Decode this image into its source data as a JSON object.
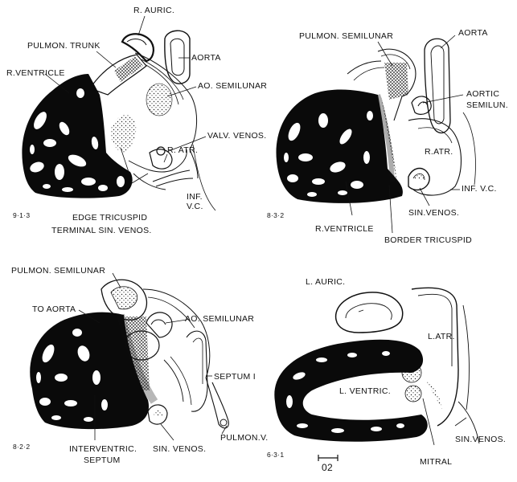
{
  "panel_tl": {
    "r_auric": "R. AURIC.",
    "pulmon_trunk": "PULMON. TRUNK",
    "r_ventricle": "R.VENTRICLE",
    "aorta": "AORTA",
    "ao_semilunar": "AO. SEMILUNAR",
    "valv_venos": "VALV. VENOS.",
    "r_atr": "R. ATR.",
    "inf_vc_1": "INF.",
    "inf_vc_2": "V.C.",
    "edge_tricuspid": "EDGE TRICUSPID",
    "terminal_sin_venos": "TERMINAL SIN. VENOS.",
    "section_id": "9·1·3"
  },
  "panel_tr": {
    "pulmon_semilunar": "PULMON. SEMILUNAR",
    "aorta": "AORTA",
    "aortic_semilun_1": "AORTIC",
    "aortic_semilun_2": "SEMILUN.",
    "r_atr": "R.ATR.",
    "inf_vc": "INF. V.C.",
    "sin_venos": "SIN.VENOS.",
    "r_ventricle": "R.VENTRICLE",
    "border_tricuspid": "BORDER TRICUSPID",
    "section_id": "8·3·2"
  },
  "panel_bl": {
    "pulmon_semilunar": "PULMON. SEMILUNAR",
    "to_aorta": "TO AORTA",
    "ao_semilunar": "AO. SEMILUNAR",
    "septum_i": "SEPTUM I",
    "pulmon_v": "PULMON.V.",
    "sin_venos": "SIN. VENOS.",
    "interventric_1": "INTERVENTRIC.",
    "interventric_2": "SEPTUM",
    "section_id": "8·2·2"
  },
  "panel_br": {
    "l_auric": "L. AURIC.",
    "l_atr": "L.ATR.",
    "l_ventric": "L. VENTRIC.",
    "sin_venos": "SIN.VENOS.",
    "mitral": "MITRAL",
    "section_id": "6·3·1"
  },
  "scale_bar": {
    "label": "02"
  }
}
